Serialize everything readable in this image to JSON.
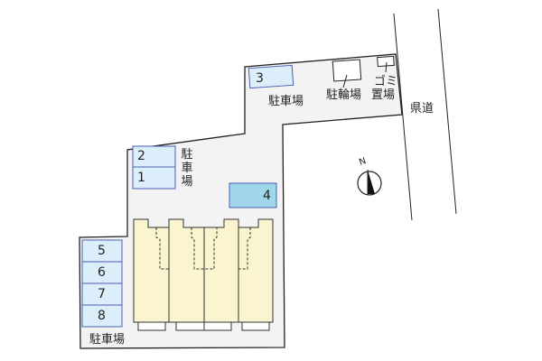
{
  "map": {
    "colors": {
      "lot_fill": "#f3f3f3",
      "parking_fill": "#ddeefb",
      "parking_highlight_fill": "#9fd6ea",
      "parking_stroke": "#4a5fb5",
      "building_fill": "#fbf5cf",
      "outline": "#222222"
    },
    "parking_spaces": [
      {
        "number": "1"
      },
      {
        "number": "2"
      },
      {
        "number": "3"
      },
      {
        "number": "4"
      },
      {
        "number": "5"
      },
      {
        "number": "6"
      },
      {
        "number": "7"
      },
      {
        "number": "8"
      }
    ],
    "labels": {
      "parking_top": "駐車場",
      "parking_mid": [
        "駐",
        "車",
        "場"
      ],
      "parking_bottom": "駐車場",
      "bicycle_parking": "駐輪場",
      "garbage_line1": "ゴミ",
      "garbage_line2": "置場",
      "prefectural_road": "県道",
      "north": "N"
    },
    "compass": {
      "icon": "north-arrow-icon"
    }
  }
}
